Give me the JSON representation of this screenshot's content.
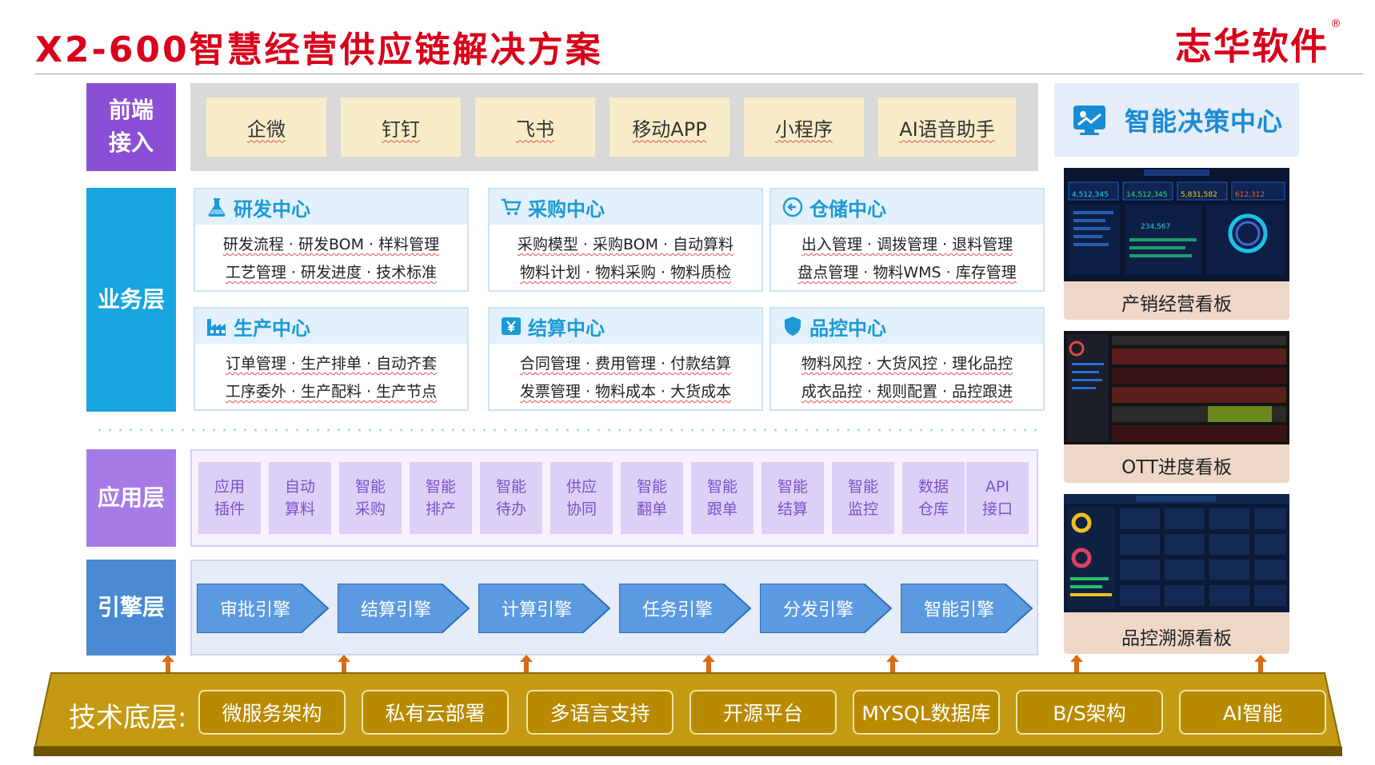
{
  "header": {
    "title": "X2-600智慧经营供应链解决方案",
    "brand": "志华软件",
    "brand_mark": "®"
  },
  "layers": {
    "front": "前端\n接入",
    "business": "业务层",
    "application": "应用层",
    "engine": "引擎层",
    "tech_base": "技术底层:"
  },
  "front_access": [
    "企微",
    "钉钉",
    "飞书",
    "移动APP",
    "小程序",
    "AI语音助手"
  ],
  "business_centers": [
    {
      "icon": "flask-icon",
      "title": "研发中心",
      "line1": "研发流程 · 研发BOM · 样料管理",
      "line2": "工艺管理 · 研发进度 · 技术标准"
    },
    {
      "icon": "cart-icon",
      "title": "采购中心",
      "line1": "采购模型 · 采购BOM · 自动算料",
      "line2": "物料计划 · 物料采购 · 物料质检"
    },
    {
      "icon": "return-icon",
      "title": "仓储中心",
      "line1": "出入管理 · 调拨管理 · 退料管理",
      "line2": "盘点管理 · 物料WMS · 库存管理"
    },
    {
      "icon": "factory-icon",
      "title": "生产中心",
      "line1": "订单管理 · 生产排单 · 自动齐套",
      "line2": "工序委外 · 生产配料 · 生产节点"
    },
    {
      "icon": "yen-icon",
      "title": "结算中心",
      "line1": "合同管理 · 费用管理 · 付款结算",
      "line2": "发票管理 · 物料成本 · 大货成本"
    },
    {
      "icon": "shield-icon",
      "title": "品控中心",
      "line1": "物料风控 · 大货风控 · 理化品控",
      "line2": "成衣品控 · 规则配置 · 品控跟进"
    }
  ],
  "applications": [
    {
      "l1": "应用",
      "l2": "插件"
    },
    {
      "l1": "自动",
      "l2": "算料"
    },
    {
      "l1": "智能",
      "l2": "采购"
    },
    {
      "l1": "智能",
      "l2": "排产"
    },
    {
      "l1": "智能",
      "l2": "待办"
    },
    {
      "l1": "供应",
      "l2": "协同"
    },
    {
      "l1": "智能",
      "l2": "翻单"
    },
    {
      "l1": "智能",
      "l2": "跟单"
    },
    {
      "l1": "智能",
      "l2": "结算"
    },
    {
      "l1": "智能",
      "l2": "监控"
    },
    {
      "l1": "数据",
      "l2": "仓库"
    },
    {
      "l1": "API",
      "l2": "接口"
    }
  ],
  "engines": [
    "审批引擎",
    "结算引擎",
    "计算引擎",
    "任务引擎",
    "分发引擎",
    "智能引擎"
  ],
  "tech_base": [
    "微服务架构",
    "私有云部署",
    "多语言支持",
    "开源平台",
    "MYSQL数据库",
    "B/S架构",
    "AI智能"
  ],
  "decision_center": {
    "icon": "dashboard-icon",
    "title": "智能决策中心",
    "dashboards": [
      {
        "label": "产销经营看板",
        "stats": [
          "4,512,345",
          "14,512,345",
          "5,831,582",
          "612,312",
          "234,567"
        ]
      },
      {
        "label": "OTT进度看板"
      },
      {
        "label": "品控溯源看板"
      }
    ]
  },
  "colors": {
    "title_red": "#d9001b",
    "front_purple": "#8b4fd6",
    "business_blue": "#17a6e0",
    "application_purple": "#a77be6",
    "engine_blue": "#4a8ad4",
    "base_gold": "#b88a00",
    "arrow_orange": "#d86b14"
  }
}
